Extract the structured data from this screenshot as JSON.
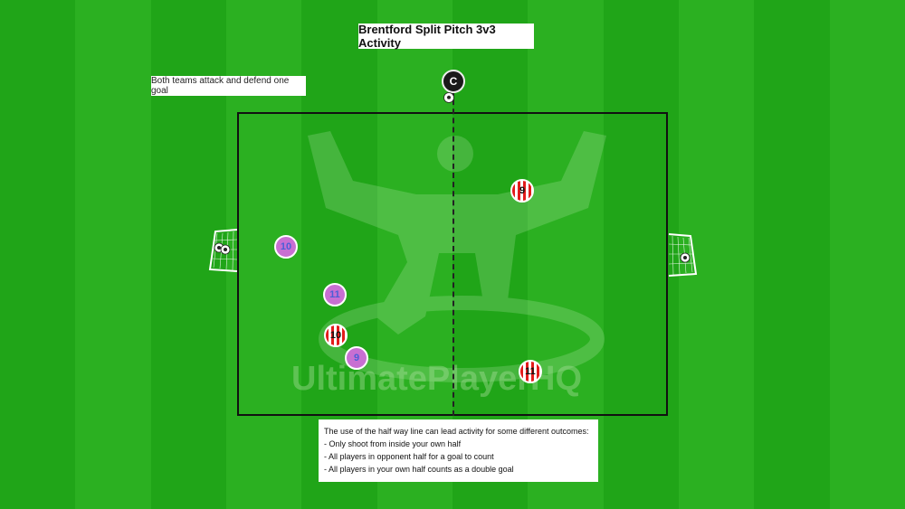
{
  "title": "Brentford Split Pitch 3v3 Activity",
  "note": "Both teams attack and defend one goal",
  "coach": {
    "label": "C"
  },
  "watermark": "UltimatePlayerHQ",
  "info": {
    "lines": [
      "The use of the half way line can lead activity for some different outcomes:",
      "- Only shoot from inside your own half",
      "- All players in opponent half for a goal to count",
      "- All players in your own half counts as a double goal"
    ]
  },
  "team_purple": {
    "color": "#c86fd2",
    "players": [
      "10",
      "11",
      "9"
    ]
  },
  "team_red": {
    "color": "#e31b1b",
    "players": [
      "9",
      "10",
      "11"
    ]
  },
  "icons": {
    "ball": "football-icon",
    "goal": "goal-net-icon"
  }
}
